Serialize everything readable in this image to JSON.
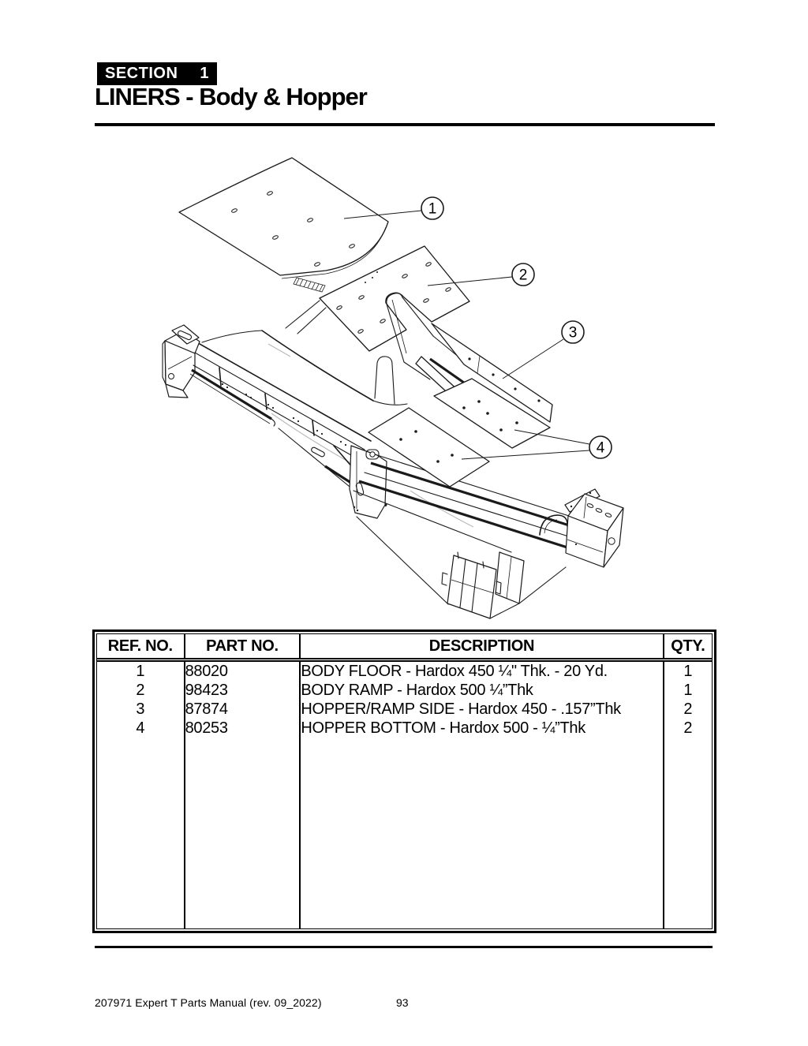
{
  "page": {
    "section_label": "SECTION",
    "section_number": "1",
    "title": "LINERS - Body & Hopper",
    "footer": {
      "manual": "207971 Expert T Parts Manual (rev. 09_2022)",
      "page_number": "93"
    }
  },
  "figure": {
    "description": "Isometric exploded view of dump body frame showing liner plates",
    "callouts": [
      {
        "label": "1"
      },
      {
        "label": "2"
      },
      {
        "label": "3"
      },
      {
        "label": "4"
      }
    ]
  },
  "table": {
    "headers": [
      "REF. NO.",
      "PART NO.",
      "DESCRIPTION",
      "QTY."
    ],
    "rows": [
      [
        "1",
        "88020",
        "BODY FLOOR - Hardox 450 ¼\" Thk. - 20 Yd.",
        "1"
      ],
      [
        "2",
        "98423",
        "BODY RAMP - Hardox 500 ¼”Thk",
        "1"
      ],
      [
        "3",
        "87874",
        "HOPPER/RAMP SIDE - Hardox 450 - .157”Thk",
        "2"
      ],
      [
        "4",
        "80253",
        "HOPPER BOTTOM - Hardox 500 - ¼”Thk",
        "2"
      ]
    ]
  }
}
